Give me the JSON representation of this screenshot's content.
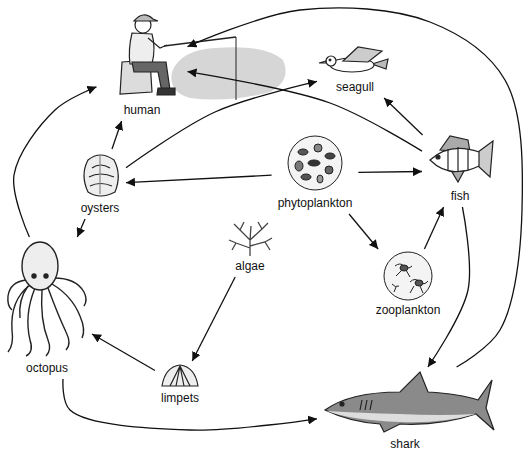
{
  "diagram": {
    "nodes": [
      {
        "text": [
          "human"
        ]
      },
      {
        "text": [
          "seagull"
        ]
      },
      {
        "text": [
          "oysters"
        ]
      },
      {
        "text": [
          "phytoplankton"
        ]
      },
      {
        "text": [
          "fish"
        ]
      },
      {
        "text": [
          "algae"
        ]
      },
      {
        "text": [
          "zooplankton"
        ]
      },
      {
        "text": [
          "octopus"
        ]
      },
      {
        "text": [
          "limpets"
        ]
      },
      {
        "text": [
          "shark"
        ]
      }
    ],
    "edges": [
      {
        "from": 3,
        "to": 2,
        "arrow": "to"
      },
      {
        "from": 3,
        "to": 4,
        "arrow": "to"
      },
      {
        "from": 3,
        "to": 6,
        "arrow": "to"
      },
      {
        "from": 6,
        "to": 4,
        "arrow": "to"
      },
      {
        "from": 2,
        "to": 0,
        "arrow": "to"
      },
      {
        "from": 2,
        "to": 1,
        "arrow": "to"
      },
      {
        "from": 2,
        "to": 7,
        "arrow": "to"
      },
      {
        "from": 4,
        "to": 1,
        "arrow": "to"
      },
      {
        "from": 4,
        "to": 0,
        "arrow": "to"
      },
      {
        "from": 4,
        "to": 9,
        "arrow": "to"
      },
      {
        "from": 5,
        "to": 8,
        "arrow": "to"
      },
      {
        "from": 8,
        "to": 7,
        "arrow": "to"
      },
      {
        "from": 7,
        "to": 0,
        "arrow": "to"
      },
      {
        "from": 7,
        "to": 9,
        "arrow": "to"
      },
      {
        "from": 9,
        "to": 0,
        "arrow": "to"
      }
    ]
  }
}
